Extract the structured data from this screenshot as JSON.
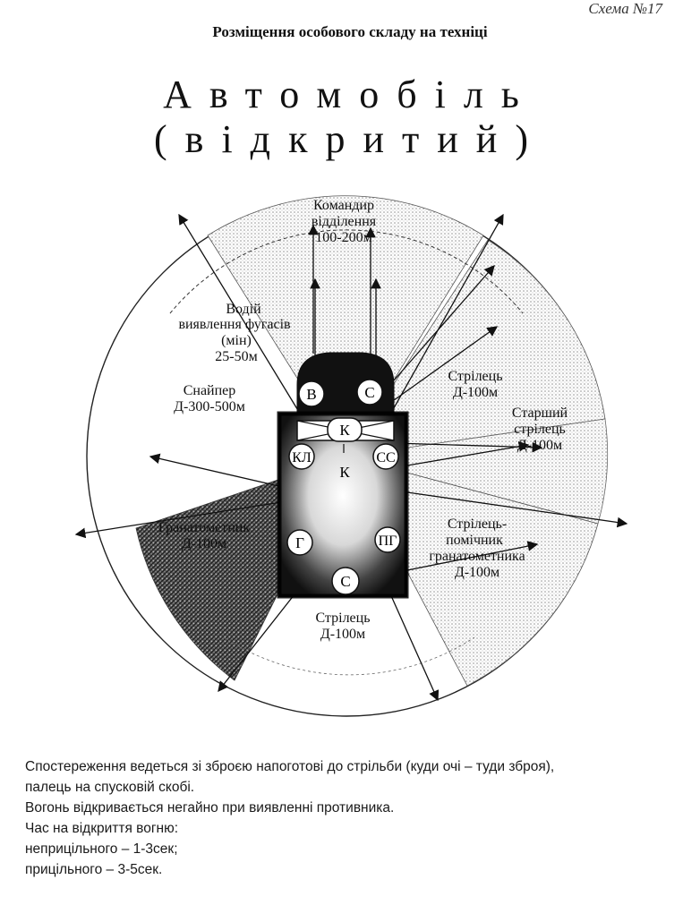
{
  "header": {
    "scheme_number": "Схема №17",
    "title": "Розміщення особового складу на техніці",
    "vehicle_line1": "Автомобіль",
    "vehicle_line2": "(відкритий)"
  },
  "zones": {
    "commander": [
      "Командир",
      "відділення",
      "100-200м"
    ],
    "driver": [
      "Водій",
      "виявлення фугасів",
      "(мін)",
      "25-50м"
    ],
    "sniper": [
      "Снайпер",
      "Д-300-500м"
    ],
    "rifleman_right": [
      "Стрілець",
      "Д-100м"
    ],
    "senior_rifleman": [
      "Старший",
      "стрілець",
      "Д-100м"
    ],
    "assistant_grenadier": [
      "Стрілець-",
      "помічник",
      "гранатометника",
      "Д-100м"
    ],
    "grenadier": [
      "Гранатометник",
      "Д-100м"
    ],
    "rifleman_rear": [
      "Стрілець",
      "Д-100м"
    ]
  },
  "positions": {
    "driver": "В",
    "rifleman_front": "С",
    "commander": "К",
    "commander_center": "К",
    "machine_gunner": "КЛ",
    "senior_rifleman": "СС",
    "grenadier": "Г",
    "assistant_grenadier": "ПГ",
    "rifleman_rear": "С"
  },
  "notes": [
    "Спостереження ведеться зі зброєю напоготові до стрільби (куди очі – туди зброя),",
    "палець на спусковій скобі.",
    "Вогонь відкривається негайно при виявленні противника.",
    "Час на відкриття вогню:",
    "неприцільного – 1-3сек;",
    "прицільного – 3-5сек."
  ]
}
